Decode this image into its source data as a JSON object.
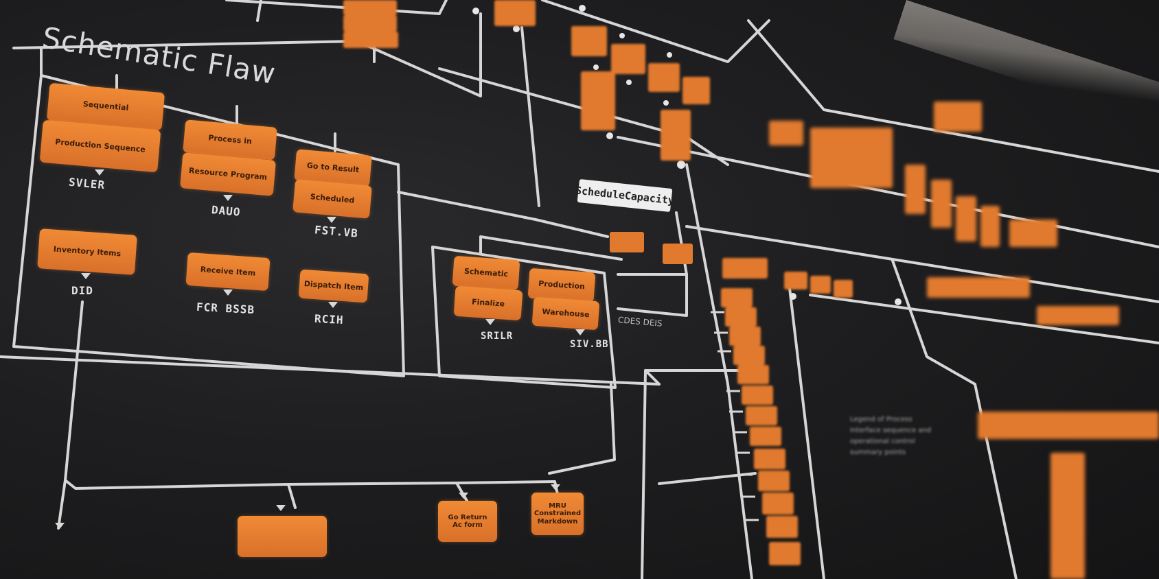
{
  "title": "Schematic Flaw",
  "colors": {
    "background": "#1e1e20",
    "box": "#f08a35",
    "wire": "#d8d8d8"
  },
  "left_panel": {
    "col1": {
      "box1": "Sequential",
      "box2": "Production Sequence",
      "label": "SVLER"
    },
    "col2": {
      "box1": "Process in",
      "box2": "Resource Program",
      "label": "DAUO"
    },
    "col3": {
      "box1": "Go to Result",
      "box2": "Scheduled",
      "label": "FST.VB"
    },
    "lower1": {
      "box": "Inventory Items",
      "label": "DID"
    },
    "lower2": {
      "box": "Receive Item",
      "label": "FCR BSSB"
    },
    "lower3": {
      "box": "Dispatch Item",
      "label": "RCIH"
    }
  },
  "center_panel": {
    "box1": "Schematic",
    "box2": "Production",
    "box3": "Finalize",
    "box4": "Warehouse",
    "label_left": "SRILR",
    "label_right": "SIV.BB"
  },
  "plate": "ScheduleCapacity",
  "side_label": "CDES DEIS",
  "bottom_boxes": [
    "MRU Constrained Markdown",
    "Go Return Ac form"
  ],
  "far_right_text": "Legend of Process Interface sequence and operational control summary points"
}
